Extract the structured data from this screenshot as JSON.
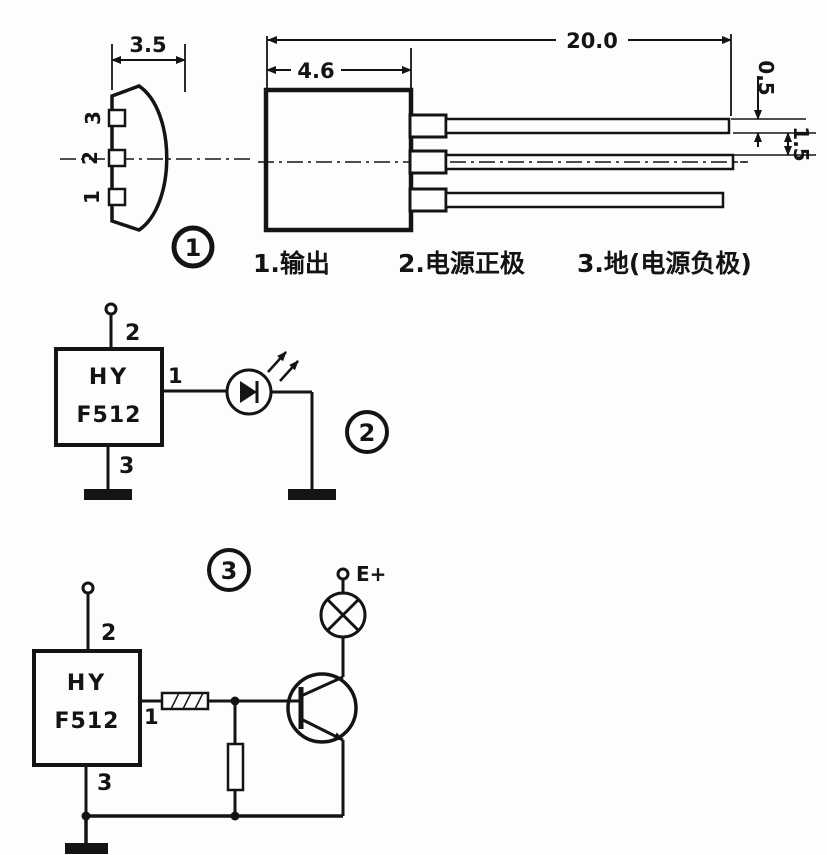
{
  "package_drawing": {
    "dim_width": "3.5",
    "dim_body": "4.6",
    "dim_length": "20.0",
    "dim_lead_thickness": "0.5",
    "dim_lead_pitch": "1.5",
    "side_pin_3": "3",
    "side_pin_2": "2",
    "side_pin_1": "1",
    "figure_number": "1",
    "legend_1": "1.输出",
    "legend_2": "2.电源正极",
    "legend_3": "3.地(电源负极)"
  },
  "circuit2": {
    "figure_number": "2",
    "ic_name_line1": "HY",
    "ic_name_line2": "F512",
    "pin2": "2",
    "pin1": "1",
    "pin3": "3"
  },
  "circuit3": {
    "figure_number": "3",
    "ic_name_line1": "HY",
    "ic_name_line2": "F512",
    "pin2": "2",
    "pin1": "1",
    "pin3": "3",
    "supply": "E+"
  }
}
